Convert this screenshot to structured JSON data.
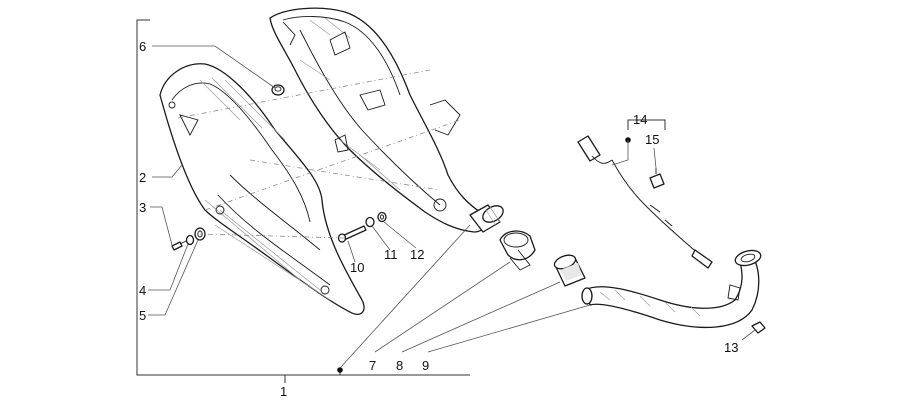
{
  "callouts": {
    "c1": "1",
    "c2": "2",
    "c3": "3",
    "c4": "4",
    "c5": "5",
    "c6": "6",
    "c7": "7",
    "c8": "8",
    "c9": "9",
    "c10": "10",
    "c11": "11",
    "c12": "12",
    "c13": "13",
    "c14": "14",
    "c15": "15"
  },
  "colors": {
    "line": "#1a1a1a",
    "leader": "#555555",
    "background": "#ffffff"
  }
}
